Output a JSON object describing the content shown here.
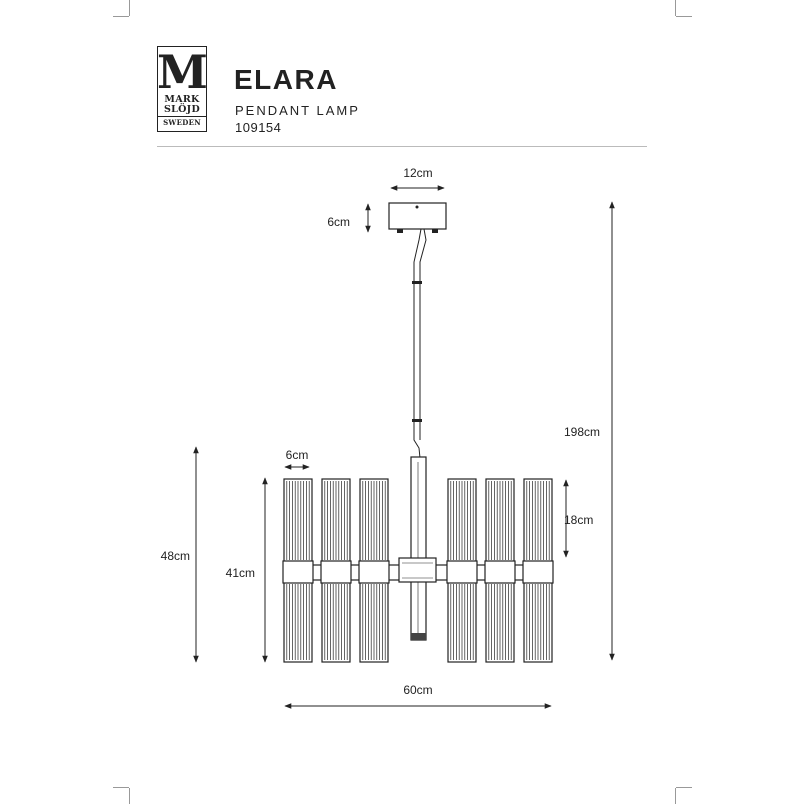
{
  "header": {
    "brand_logo": {
      "initial": "M",
      "line1": "MARK",
      "line2": "SLÖJD",
      "line3": "SWEDEN"
    },
    "product_name": "ELARA",
    "product_type": "PENDANT LAMP",
    "article_number": "109154"
  },
  "dimensions": {
    "canopy_width": "12cm",
    "canopy_height": "6cm",
    "total_height": "198cm",
    "shade_width": "6cm",
    "shade_lower_height": "18cm",
    "overall_body_height": "48cm",
    "shade_height": "41cm",
    "total_width": "60cm"
  },
  "colors": {
    "line": "#222222",
    "crop_mark": "#999999",
    "rule": "#bbbbbb"
  }
}
